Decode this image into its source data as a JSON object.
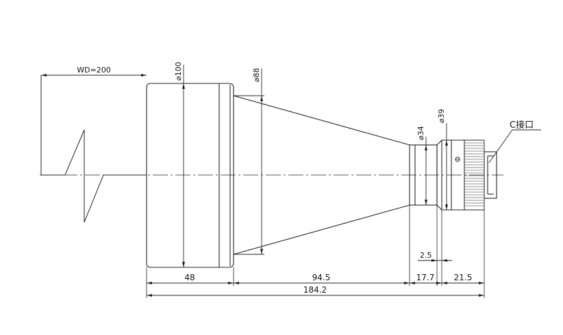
{
  "drawing": {
    "working_distance_label": "WD=200",
    "diameters": {
      "front": "⌀100",
      "cone_start": "⌀88",
      "rear_barrel": "⌀34",
      "mount": "⌀39"
    },
    "mount_label": "C接口",
    "dimensions": {
      "front_length": "48",
      "cone_length": "94.5",
      "rear_length": "17.7",
      "mount_length": "21.5",
      "flange_gap": "2.5",
      "total_length": "184.2"
    }
  }
}
